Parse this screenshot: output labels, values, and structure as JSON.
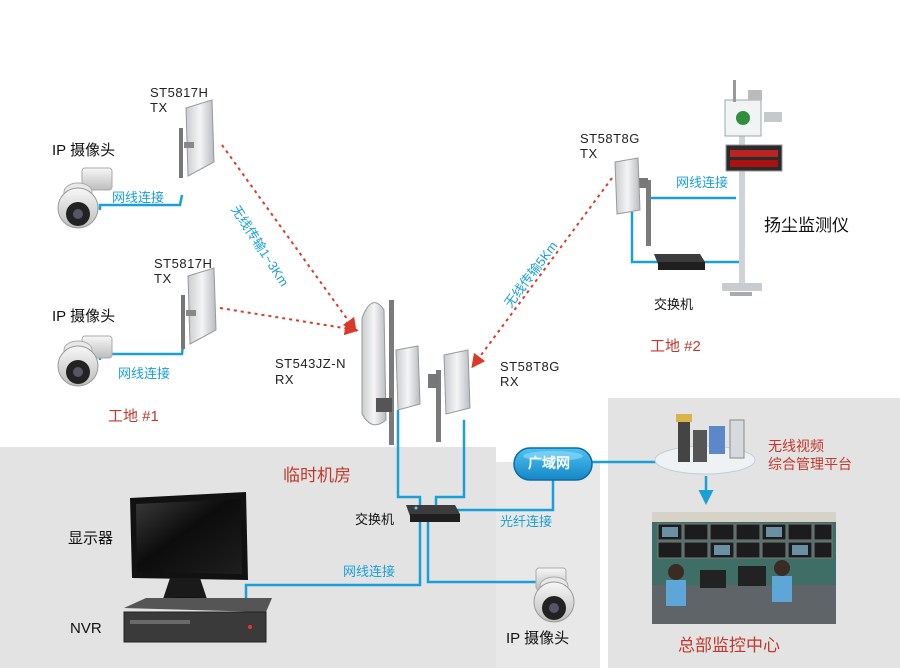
{
  "labels": {
    "tx1_model": "ST5817H",
    "tx1_role": "TX",
    "tx2_model": "ST5817H",
    "tx2_role": "TX",
    "cam1": "IP 摄像头",
    "cam2": "IP 摄像头",
    "cam3": "IP 摄像头",
    "net1": "网线连接",
    "net2": "网线连接",
    "net3": "网线连接",
    "net4": "网线连接",
    "site1": "工地 #1",
    "site2": "工地 #2",
    "wireless1": "无线传输1~3Km",
    "wireless2": "无线传输5Km",
    "rx1_model": "ST543JZ-N",
    "rx1_role": "RX",
    "rx2_model": "ST58T8G",
    "rx2_role": "RX",
    "tx3_model": "ST58T8G",
    "tx3_role": "TX",
    "switch1": "交换机",
    "switch2": "交换机",
    "dust": "扬尘监测仪",
    "room": "临时机房",
    "wan": "广域网",
    "fiber": "光纤连接",
    "platform_line1": "无线视频",
    "platform_line2": "综合管理平台",
    "monitor": "显示器",
    "nvr": "NVR",
    "hq": "总部监控中心"
  },
  "colors": {
    "link_blue": "#1a9fd6",
    "wireless_red": "#d93a2b",
    "panel_gray": "#e3e3e3",
    "text_red": "#c0392b"
  }
}
